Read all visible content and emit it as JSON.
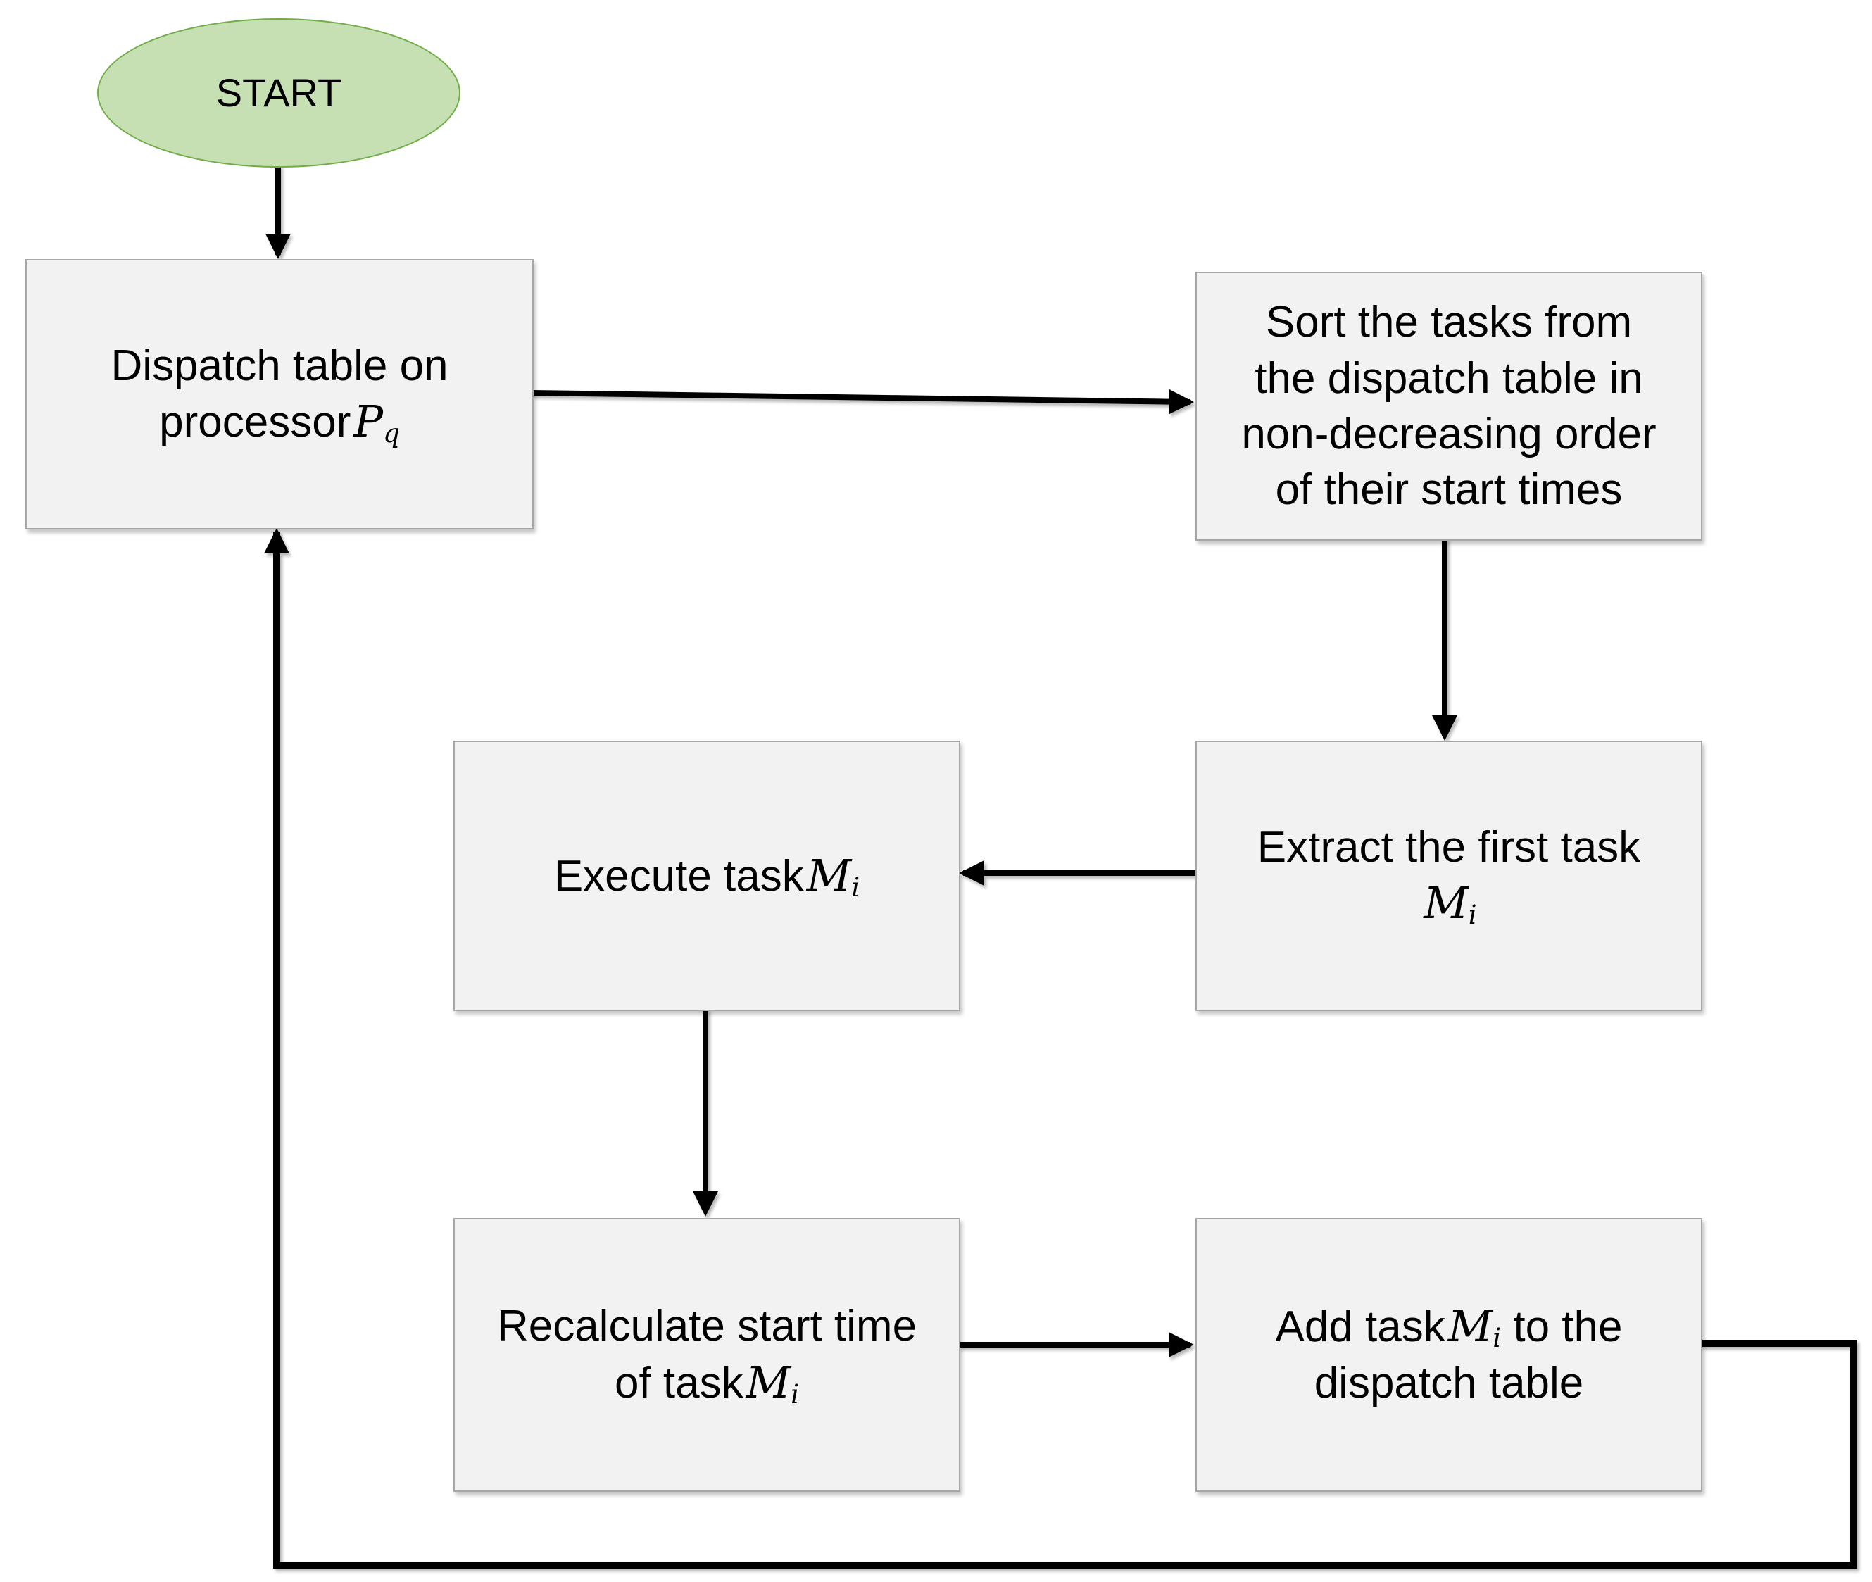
{
  "diagram_type": "flowchart",
  "colors": {
    "background": "#ffffff",
    "terminator_fill": "#c6e0b4",
    "terminator_border": "#70ad47",
    "process_fill": "#f2f2f2",
    "process_border": "#a6a6a6",
    "arrow": "#000000",
    "text": "#000000"
  },
  "nodes": {
    "start": {
      "shape": "terminator",
      "label": "START"
    },
    "dispatch": {
      "shape": "process",
      "label": "Dispatch table on processor Pq",
      "line1": "Dispatch table on",
      "line2_pre": "processor",
      "var": "P",
      "sub": "q"
    },
    "sort": {
      "shape": "process",
      "label": "Sort the tasks from the dispatch table in non-decreasing order of their start times",
      "line1": "Sort the tasks from",
      "line2": "the dispatch table in",
      "line3": "non-decreasing order",
      "line4": "of their start times"
    },
    "extract": {
      "shape": "process",
      "label": "Extract the first task Mi",
      "line1": "Extract the first task",
      "var": "M",
      "sub": "i"
    },
    "execute": {
      "shape": "process",
      "label": "Execute task Mi",
      "line1_pre": "Execute task",
      "var": "M",
      "sub": "i"
    },
    "recalculate": {
      "shape": "process",
      "label": "Recalculate start time of task Mi",
      "line1": "Recalculate start time",
      "line2_pre": "of task",
      "var": "M",
      "sub": "i"
    },
    "addtask": {
      "shape": "process",
      "label": "Add task Mi to the dispatch table",
      "line1_pre": "Add task",
      "var": "M",
      "sub": "i",
      "line1_post": " to the",
      "line2": "dispatch table"
    }
  },
  "edges": [
    {
      "from": "start",
      "to": "dispatch",
      "route": "down"
    },
    {
      "from": "dispatch",
      "to": "sort",
      "route": "right"
    },
    {
      "from": "sort",
      "to": "extract",
      "route": "down"
    },
    {
      "from": "extract",
      "to": "execute",
      "route": "left"
    },
    {
      "from": "execute",
      "to": "recalculate",
      "route": "down"
    },
    {
      "from": "recalculate",
      "to": "addtask",
      "route": "right"
    },
    {
      "from": "addtask",
      "to": "dispatch",
      "route": "right-bottom-up-loop"
    }
  ]
}
